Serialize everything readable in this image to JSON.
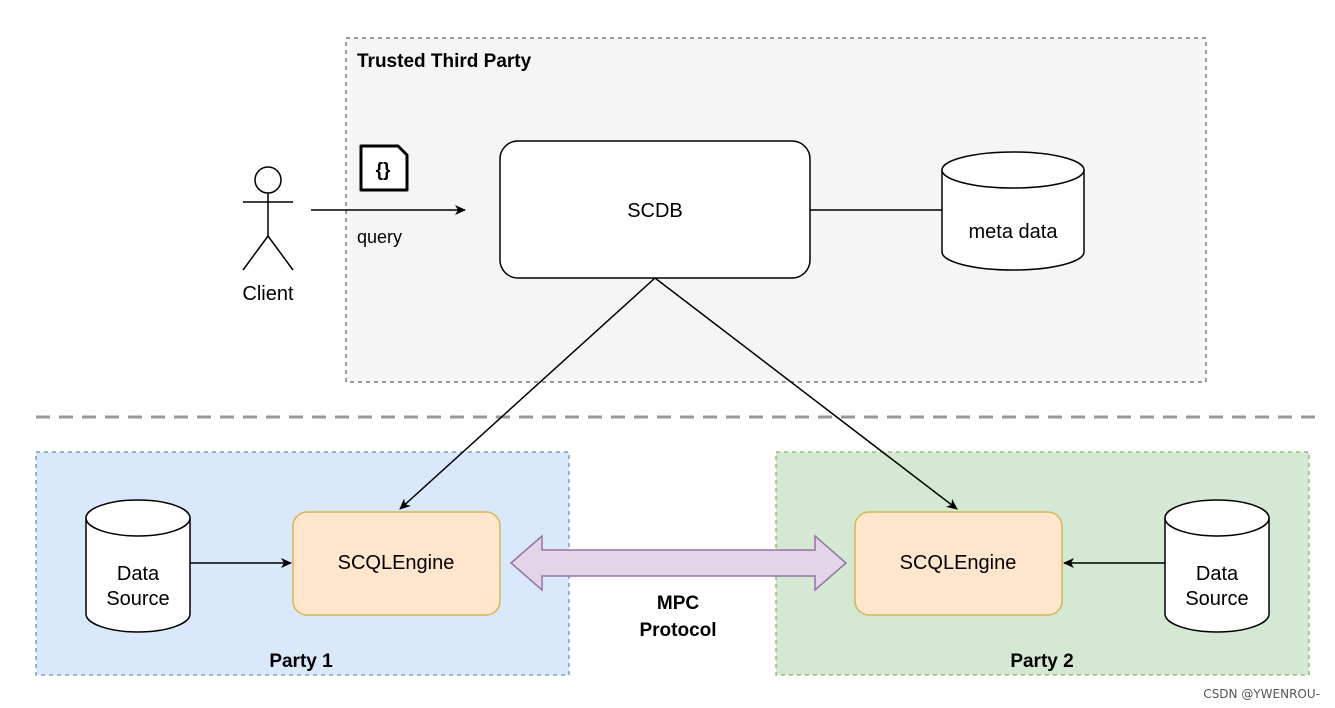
{
  "trusted_party": {
    "title": "Trusted Third Party"
  },
  "client": {
    "label": "Client",
    "query_label": "query",
    "document_icon": "json-document-icon",
    "document_glyph": "{}"
  },
  "scdb": {
    "label": "SCDB"
  },
  "metadata": {
    "label": "meta data"
  },
  "party1": {
    "title": "Party 1",
    "engine_label": "SCQLEngine",
    "datasource_line1": "Data",
    "datasource_line2": "Source"
  },
  "party2": {
    "title": "Party 2",
    "engine_label": "SCQLEngine",
    "datasource_line1": "Data",
    "datasource_line2": "Source"
  },
  "mpc": {
    "line1": "MPC",
    "line2": "Protocol"
  },
  "watermark": "CSDN @YWENROU-",
  "colors": {
    "trusted_bg": "#f5f5f5",
    "trusted_border": "#666666",
    "party1_bg": "#dae8fc",
    "party1_border": "#6c8ebf",
    "party2_bg": "#d5e8d4",
    "party2_border": "#82b366",
    "engine_fill": "#ffe6cc",
    "engine_border": "#d6b656",
    "mpc_arrow_fill": "#e1d5e7",
    "mpc_arrow_border": "#9673a6"
  }
}
